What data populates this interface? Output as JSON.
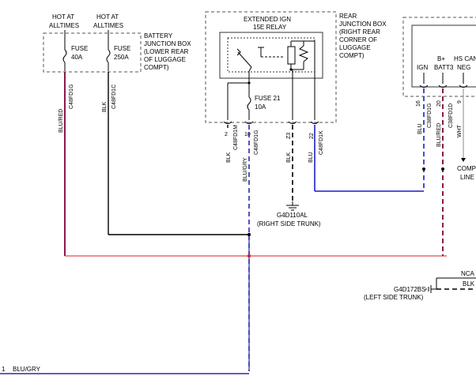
{
  "colors": {
    "blu_red": "#8b1a4a",
    "red": "#d62020",
    "blk": "#000000",
    "blu": "#1c1cc8",
    "blu_gry": "#2a2ab0",
    "box": "#555555"
  },
  "battery_box": {
    "hot1": [
      "HOT AT",
      "ALLTIMES"
    ],
    "hot2": [
      "HOT AT",
      "ALLTIMES"
    ],
    "fuse_a": [
      "FUSE",
      "40A"
    ],
    "fuse_b": [
      "FUSE",
      "250A"
    ],
    "label": [
      "BATTERY",
      "JUNCTION BOX",
      "(LOWER REAR",
      "OF LUGGAGE",
      "COMPT)"
    ],
    "wire_a_color": "BLU/RED",
    "wire_a_id": "C48FD1G",
    "wire_b_color": "BLK",
    "wire_b_id": "C48FD1C"
  },
  "rear_box": {
    "relay_label": [
      "EXTENDED IGN",
      "15E RELAY"
    ],
    "fuse": [
      "FUSE 21",
      "10A"
    ],
    "label": [
      "REAR",
      "JUNCTION BOX",
      "(RIGHT REAR",
      "CORNER OF",
      "LUGGAGE",
      "COMPT)"
    ],
    "pins": [
      {
        "num": "2",
        "color": "BLK",
        "id": "C48FD1M"
      },
      {
        "num": "10",
        "color": "BLU/GRY",
        "id": "C48FD1G"
      },
      {
        "num": "Z3",
        "color": "BLK",
        "id": ""
      },
      {
        "num": "22",
        "color": "BLU",
        "id": "C48FD1K"
      }
    ]
  },
  "ground_right": [
    "G4D110AL",
    "(RIGHT SIDE TRUNK)"
  ],
  "ground_left": [
    "G4D172BS",
    "(LEFT SIDE TRUNK)"
  ],
  "module": {
    "pins": [
      {
        "label": "IGN",
        "num": "16",
        "color": "BLU",
        "id": "C38FD1G"
      },
      {
        "label": [
          "B+",
          "BATT3"
        ],
        "num": "20",
        "color": "BLU/RED",
        "id": "C38FD1D"
      },
      {
        "label": [
          "HS CAN",
          "NEG"
        ],
        "num": "9",
        "color": "WHT",
        "id": ""
      }
    ],
    "comp": [
      "COMP",
      "LINE"
    ]
  },
  "ground_wires": {
    "nca": "NCA",
    "blk": "BLK"
  },
  "bottom_wire": {
    "num": "1",
    "label": "BLU/GRY"
  }
}
